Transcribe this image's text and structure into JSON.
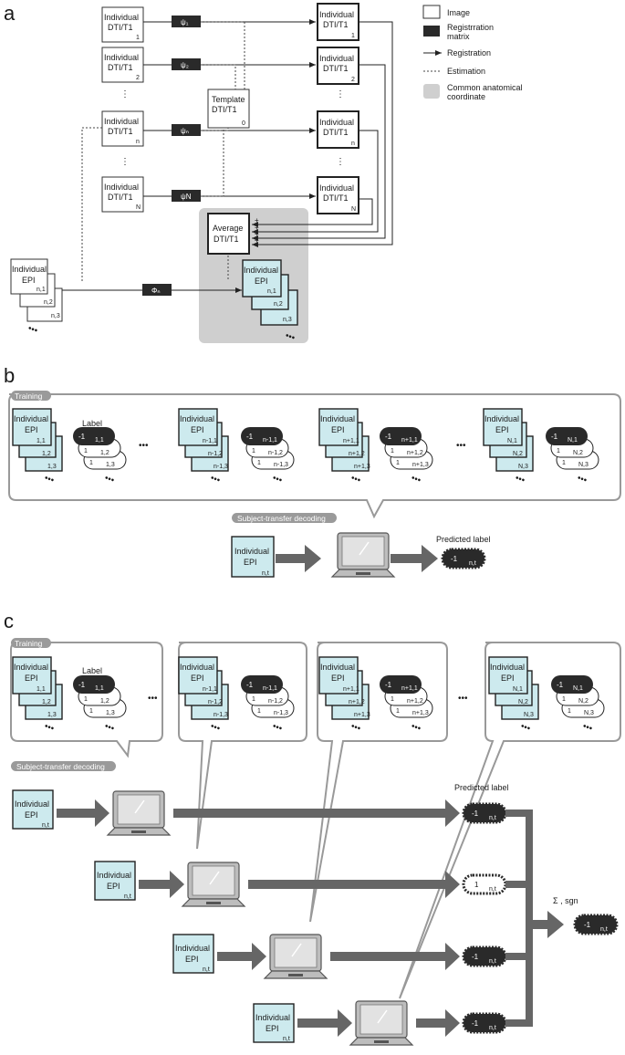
{
  "panels": {
    "a": "a",
    "b": "b",
    "c": "c"
  },
  "legend": {
    "image": "Image",
    "matrix": [
      "Registrration",
      "matrix"
    ],
    "registration": "Registration",
    "estimation": "Estimation",
    "common": [
      "Common anatomical",
      "coordinate"
    ]
  },
  "a": {
    "individual": "Individual",
    "dti_t1": "DTI/T1",
    "idx": [
      "1",
      "2",
      "n",
      "N"
    ],
    "template": [
      "Template",
      "DTI/T1",
      "0"
    ],
    "psi": [
      "ψ₁",
      "ψ₂",
      "ψₙ",
      "ψN"
    ],
    "average": [
      "Average",
      "DTI/T1"
    ],
    "phi": "Φₙ",
    "epi": "EPI",
    "epi_idx": [
      "n,1",
      "n,2",
      "n,3"
    ],
    "dots": "⋮",
    "plus": "+"
  },
  "b": {
    "training": "Training",
    "label_title": "Label",
    "groups": [
      {
        "idx": [
          "1,1",
          "1,2",
          "1,3"
        ]
      },
      {
        "idx": [
          "n-1,1",
          "n-1,2",
          "n-1,3"
        ]
      },
      {
        "idx": [
          "n+1,1",
          "n+1,2",
          "n+1,3"
        ]
      },
      {
        "idx": [
          "N,1",
          "N,2",
          "N,3"
        ]
      }
    ],
    "neg": "-1",
    "pos": "1",
    "decoding": "Subject-transfer decoding",
    "input": [
      "Individual",
      "EPI",
      "n,t"
    ],
    "predicted": "Predicted label",
    "pred_val": "-1",
    "pred_idx": "n,t",
    "ellipsis": "•••"
  },
  "c": {
    "training": "Training",
    "label_title": "Label",
    "decoding": "Subject-transfer decoding",
    "predicted": "Predicted label",
    "preds": [
      "-1",
      "1",
      "-1",
      "-1"
    ],
    "pred_idx": "n,t",
    "agg": "Σ , sgn",
    "final": "-1"
  },
  "colors": {
    "epi_fill": "#cdeaee",
    "arrow": "#666666",
    "panel_bg": "#cfcfcf",
    "dark": "#2a2a2a"
  }
}
